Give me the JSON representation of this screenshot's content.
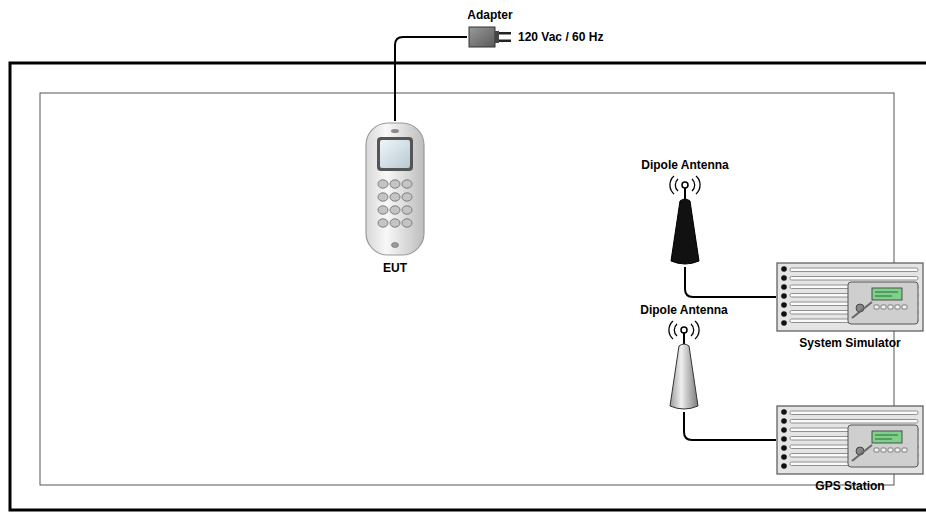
{
  "diagram": {
    "nodes": [
      {
        "text": [
          "Adapter"
        ]
      },
      {
        "text": [
          "EUT"
        ]
      },
      {
        "text": [
          "Dipole Antenna"
        ]
      },
      {
        "text": [
          "System Simulator"
        ]
      },
      {
        "text": [
          "Dipole Antenna"
        ]
      },
      {
        "text": [
          "GPS Station"
        ]
      }
    ],
    "edges": [
      {
        "from": 0,
        "to": 1,
        "arrow": "none"
      },
      {
        "from": 2,
        "to": 3,
        "arrow": "none"
      },
      {
        "from": 4,
        "to": 5,
        "arrow": "none"
      }
    ],
    "labels": [
      "120 Vac / 60 Hz"
    ]
  }
}
